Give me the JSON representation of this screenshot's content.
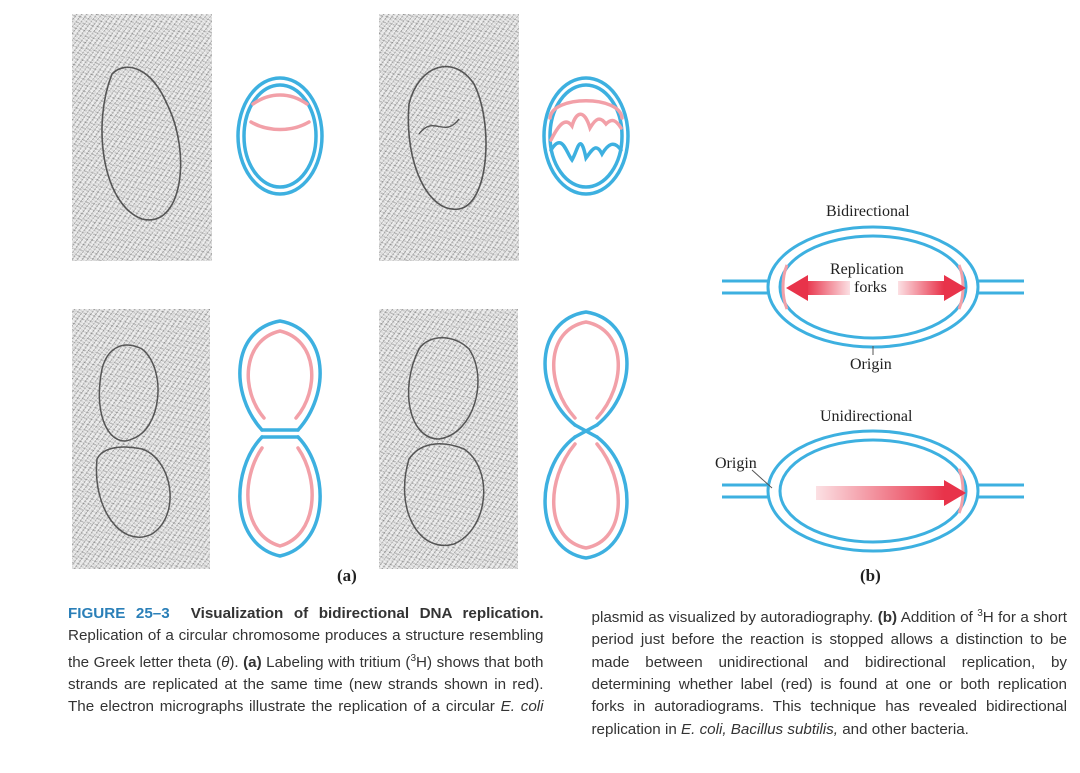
{
  "panel_a_label": "(a)",
  "panel_b_label": "(b)",
  "diagram_b": {
    "bidirectional_title": "Bidirectional",
    "replication_label": "Replication",
    "forks_label": "forks",
    "origin_top": "Origin",
    "unidirectional_title": "Unidirectional",
    "origin_bottom": "Origin"
  },
  "colors": {
    "old_strand": "#3db0e0",
    "new_strand": "#f2a0a8",
    "arrow": "#e8334a",
    "figure_label": "#2a7fb8"
  },
  "caption": {
    "figure_number": "FIGURE 25–3",
    "title": "Visualization of bidirectional DNA replication.",
    "p1": " Replication of a circular chromosome produces a structure resembling the Greek letter theta (",
    "theta": "θ",
    "p2": "). ",
    "a_marker": "(a)",
    "p3": " Labeling with tritium (",
    "sup3": "3",
    "p4": "H) shows that both strands are replicated at the same time (new strands shown in red). The electron micrographs illustrate the replication of a circular ",
    "ecoli": "E. coli",
    "p5": " plasmid as visualized by autoradiography. ",
    "b_marker": "(b)",
    "p6": " Addition of ",
    "sup3b": "3",
    "p7": "H for a short period just before the reaction is stopped allows a distinction to be made between unidirectional and bidirectional replication, by determining whether label (red) is found at one or both replication forks in autoradiograms. This technique has revealed bidirectional replication in ",
    "species": "E. coli, Bacillus subtilis,",
    "p8": " and other bacteria."
  }
}
